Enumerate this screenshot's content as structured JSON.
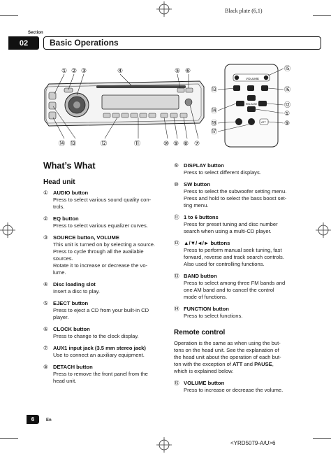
{
  "header": {
    "plate": "Black plate (6,1)"
  },
  "section": {
    "label": "Section",
    "number": "02",
    "title": "Basic Operations"
  },
  "figure": {
    "head_unit_callouts": [
      "①",
      "②",
      "③",
      "④",
      "⑤",
      "⑥",
      "⑭",
      "⑬",
      "⑫",
      "⑪",
      "⑩",
      "⑨",
      "⑧",
      "⑦"
    ],
    "remote_callouts": [
      "⑮",
      "⑬",
      "⑯",
      "⑫",
      "⑭",
      "①",
      "⑱",
      "⑨",
      "⑰"
    ],
    "remote_labels": {
      "volume": "VOLUME",
      "release": "RELEASE",
      "att": "ATT"
    }
  },
  "main": {
    "heading": "What’s What",
    "head_unit_heading": "Head unit",
    "left_items": [
      {
        "num": "①",
        "name": "AUDIO button",
        "lines": [
          "Press to select various sound quality con-",
          "trols."
        ]
      },
      {
        "num": "②",
        "name": "EQ button",
        "lines": [
          "Press to select various equalizer curves."
        ]
      },
      {
        "num": "③",
        "name": "SOURCE button, VOLUME",
        "lines": [
          "This unit is turned on by selecting a source.",
          "Press to cycle through all the available",
          "sources.",
          "Rotate it to increase or decrease the vo-",
          "lume."
        ]
      },
      {
        "num": "④",
        "name": "Disc loading slot",
        "lines": [
          "Insert a disc to play."
        ]
      },
      {
        "num": "⑤",
        "name": "EJECT button",
        "lines": [
          "Press to eject a CD from your built-in CD",
          "player."
        ]
      },
      {
        "num": "⑥",
        "name": "CLOCK button",
        "lines": [
          "Press to change to the clock display."
        ]
      },
      {
        "num": "⑦",
        "name": "AUX1 input jack (3.5 mm stereo jack)",
        "lines": [
          "Use to connect an auxiliary equipment."
        ]
      },
      {
        "num": "⑧",
        "name": "DETACH button",
        "lines": [
          "Press to remove the front panel from the",
          "head unit."
        ]
      }
    ],
    "right_items": [
      {
        "num": "⑨",
        "name": "DISPLAY button",
        "lines": [
          "Press to select different displays."
        ]
      },
      {
        "num": "⑩",
        "name": "SW button",
        "lines": [
          "Press to select the subwoofer setting menu.",
          "Press and hold to select the bass boost set-",
          "ting menu."
        ]
      },
      {
        "num": "⑪",
        "name": "1 to 6 buttons",
        "lines": [
          "Press for preset tuning and disc number",
          "search when using a multi-CD player."
        ]
      },
      {
        "num": "⑫",
        "name": "▲/▼/◄/► buttons",
        "lines": [
          "Press to perform manual seek tuning, fast",
          "forward, reverse and track search controls.",
          "Also used for controlling functions."
        ]
      },
      {
        "num": "⑬",
        "name": "BAND button",
        "lines": [
          "Press to select among three FM bands and",
          "one AM band and to cancel the control",
          "mode of functions."
        ]
      },
      {
        "num": "⑭",
        "name": "FUNCTION button",
        "lines": [
          "Press to select functions."
        ]
      }
    ],
    "remote_heading": "Remote control",
    "remote_intro": [
      "Operation is the same as when using the but-",
      "tons on the head unit. See the explanation of",
      "the head unit about the operation of each but-",
      "ton with the exception of ",
      "ATT",
      " and ",
      "PAUSE",
      ",",
      "which is explained below."
    ],
    "remote_items": [
      {
        "num": "⑮",
        "name": "VOLUME button",
        "lines": [
          "Press to increase or decrease the volume."
        ]
      }
    ]
  },
  "footer": {
    "page": "6",
    "lang": "En",
    "code": "<YRD5079-A/U>6"
  }
}
